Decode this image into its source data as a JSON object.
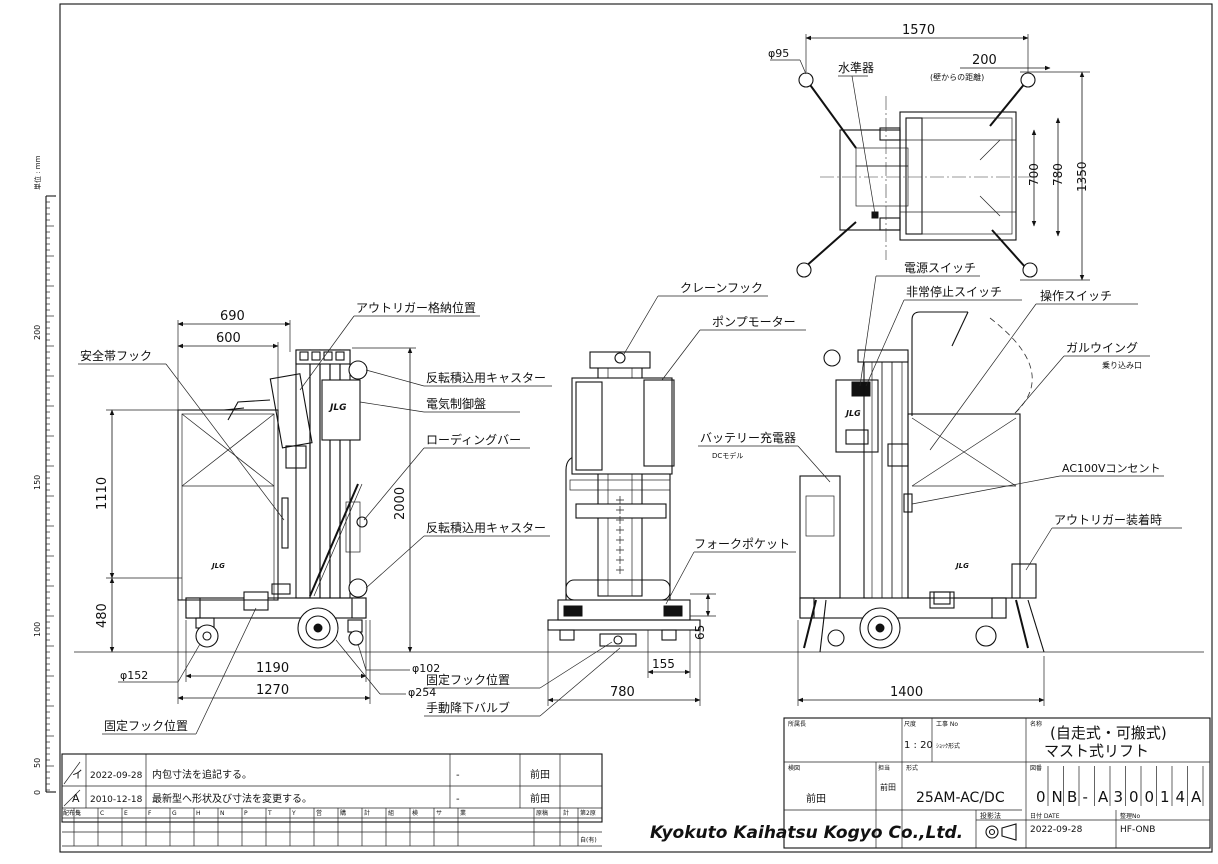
{
  "dimensions": {
    "top_width": "1570",
    "top_offset": "200",
    "top_offset_note": "(壁からの距離)",
    "top_caster_dia": "φ95",
    "top_h700": "700",
    "top_h780": "780",
    "top_h1350": "1350",
    "side_690": "690",
    "side_600": "600",
    "side_1110": "1110",
    "side_480": "480",
    "side_2000": "2000",
    "side_1190": "1190",
    "side_1270": "1270",
    "side_d152": "φ152",
    "side_d102": "φ102",
    "side_d254": "φ254",
    "front_65": "65",
    "front_155": "155",
    "front_780": "780",
    "right_1400": "1400"
  },
  "labels": {
    "level": "水準器",
    "outrigger_storage": "アウトリガー格納位置",
    "safety_hook": "安全帯フック",
    "caster_top": "反転積込用キャスター",
    "control_panel": "電気制御盤",
    "loading_bar": "ローディングバー",
    "caster_bottom": "反転積込用キャスター",
    "fixed_hook_left": "固定フック位置",
    "crane_hook": "クレーンフック",
    "pump_motor": "ポンプモーター",
    "battery_charger": "バッテリー充電器",
    "dc_model": "DCモデル",
    "fork_pocket": "フォークポケット",
    "fixed_hook_center": "固定フック位置",
    "manual_valve": "手動降下バルブ",
    "power_switch": "電源スイッチ",
    "emergency_stop": "非常停止スイッチ",
    "operation_switch": "操作スイッチ",
    "gull_wing": "ガルウイング",
    "entrance": "乗り込み口",
    "ac_outlet": "AC100Vコンセント",
    "outrigger_attached": "アウトリガー装着時"
  },
  "scale_bar": {
    "unit_label": "単位 : mm",
    "ticks": [
      "200",
      "150",
      "100",
      "50",
      "0"
    ]
  },
  "revisions": [
    {
      "mark": "イ",
      "date": "2022-09-28",
      "desc": "内包寸法を追記する。",
      "dash": "-",
      "by": "前田"
    },
    {
      "mark": "A",
      "date": "2010-12-18",
      "desc": "最新型へ形状及び寸法を変更する。",
      "dash": "-",
      "by": "前田"
    }
  ],
  "distribution": {
    "label": "配布先",
    "cols": [
      "B",
      "C",
      "E",
      "F",
      "G",
      "H",
      "N",
      "P",
      "T",
      "Y",
      "営",
      "購",
      "計",
      "組",
      "検",
      "サ",
      "業"
    ],
    "right_cols": [
      "原稿",
      "計",
      "第2原"
    ],
    "right_bottom": "自(有)"
  },
  "company": "Kyokuto Kaihatsu Kogyo Co.,Ltd.",
  "title_block": {
    "manager_label": "所属長",
    "scale_label": "尺度",
    "scale": "1 : 20",
    "work_no_label": "工事 No",
    "work_no_value": "ｼｮｯｸ形式",
    "name_label": "名称",
    "name_line1": "(自走式・可搬式)",
    "name_line2": "マスト式リフト",
    "approver_label": "検図",
    "approver": "前田",
    "drafter_label": "担当",
    "drafter": "前田",
    "model_label": "形式",
    "model": "25AM-AC/DC",
    "drawing_label": "図番",
    "drawing_no": [
      "0",
      "N",
      "B",
      "-",
      "A",
      "3",
      "0",
      "0",
      "1",
      "4",
      "A"
    ],
    "projection_label": "投影法",
    "date_label": "日付 DATE",
    "date": "2022-09-28",
    "sheet_label": "整理No",
    "sheet_no": "HF-ONB"
  }
}
